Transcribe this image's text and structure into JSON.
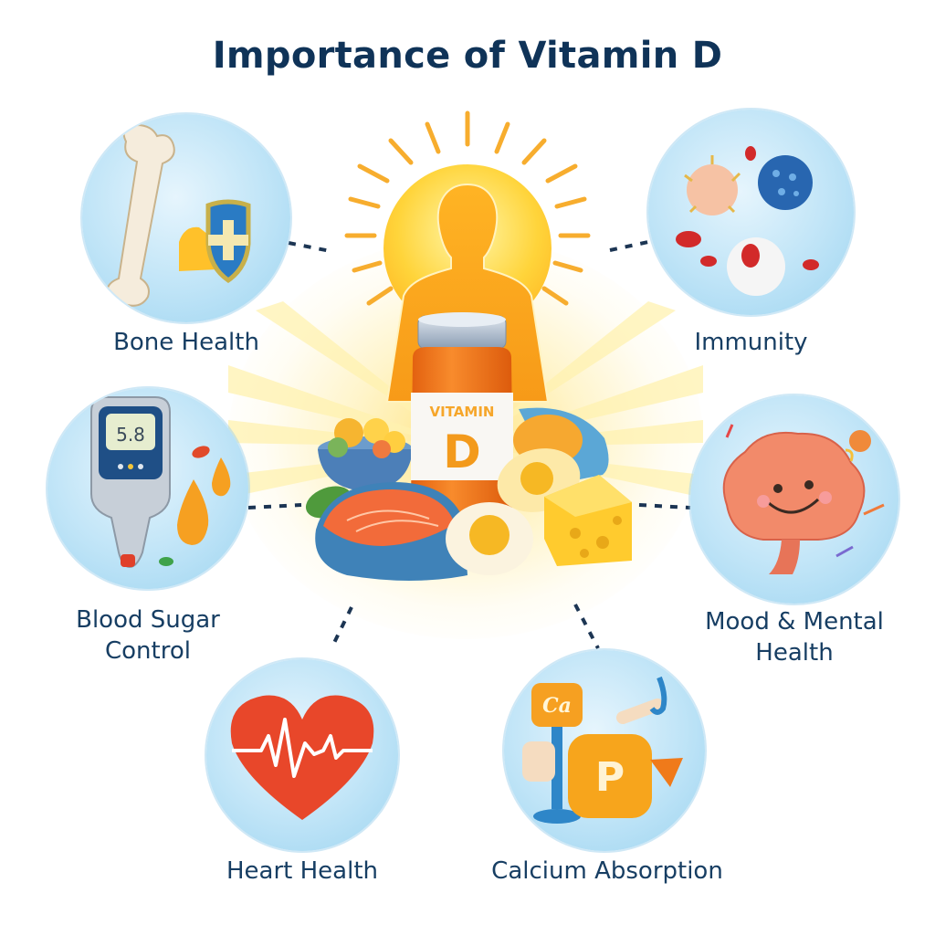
{
  "title": "Importance of Vitamin D",
  "center": {
    "figure": "person-silhouette-in-sun",
    "bottle_label_line1": "VITAMIN",
    "bottle_label_line2": "D",
    "foods": [
      "salmon-steak",
      "boiled-eggs",
      "cheese",
      "mushroom-bowl",
      "fish"
    ]
  },
  "benefits": [
    {
      "id": "bone",
      "label": "Bone Health",
      "icon": "bone-shield-icon"
    },
    {
      "id": "immunity",
      "label": "Immunity",
      "icon": "immune-cells-icon"
    },
    {
      "id": "blood-sugar",
      "label_line1": "Blood Sugar",
      "label_line2": "Control",
      "icon": "glucometer-icon",
      "meter_reading": "5.8"
    },
    {
      "id": "mood",
      "label_line1": "Mood & Mental",
      "label_line2": "Health",
      "icon": "happy-brain-icon"
    },
    {
      "id": "heart",
      "label": "Heart Health",
      "icon": "heart-pulse-icon"
    },
    {
      "id": "calcium",
      "label": "Calcium Absorption",
      "icon": "calcium-phosphorus-icon",
      "element_1": "Ca",
      "element_2": "P"
    }
  ],
  "colors": {
    "title": "#0f3358",
    "label": "#173e63",
    "circle_bg": "#bfe4f7",
    "sun": "#ffc93a",
    "silhouette": "#f7a91f",
    "bottle": "#f07d1a",
    "connector": "#1c3553"
  }
}
